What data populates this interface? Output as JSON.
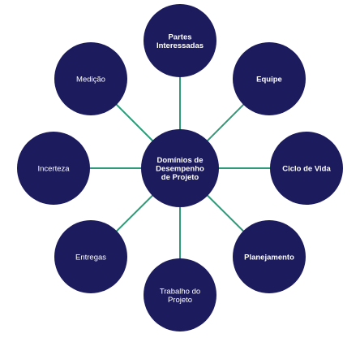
{
  "colors": {
    "node_fill": "#1c1b5e",
    "connector": "#2e9a78",
    "label_text": "#ffffff",
    "background": "#ffffff"
  },
  "center": {
    "lines": [
      "Domínios de",
      "Desempenho",
      "de Projeto"
    ],
    "bold": true
  },
  "nodes": [
    {
      "id": "partes-interessadas",
      "lines": [
        "Partes",
        "Interessadas"
      ],
      "bold": true
    },
    {
      "id": "equipe",
      "lines": [
        "Equipe"
      ],
      "bold": true
    },
    {
      "id": "ciclo-de-vida",
      "lines": [
        "Ciclo de Vida"
      ],
      "bold": true
    },
    {
      "id": "planejamento",
      "lines": [
        "Planejamento"
      ],
      "bold": true
    },
    {
      "id": "trabalho-do-projeto",
      "lines": [
        "Trabalho do",
        "Projeto"
      ],
      "bold": false
    },
    {
      "id": "entregas",
      "lines": [
        "Entregas"
      ],
      "bold": false
    },
    {
      "id": "incerteza",
      "lines": [
        "Incerteza"
      ],
      "bold": false
    },
    {
      "id": "medicao",
      "lines": [
        "Medição"
      ],
      "bold": false
    }
  ]
}
